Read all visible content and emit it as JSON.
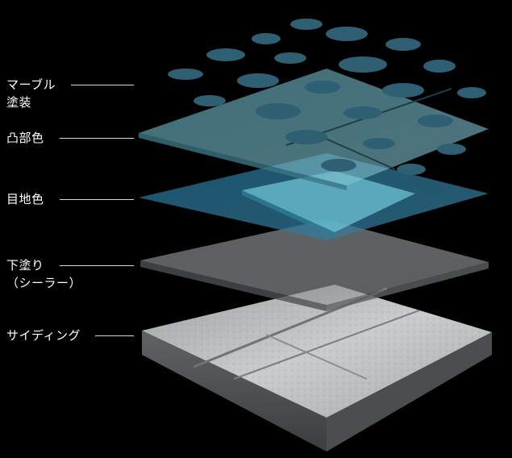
{
  "layers": [
    {
      "id": "marble",
      "lines": [
        "マーブル",
        "塗装"
      ]
    },
    {
      "id": "convex",
      "lines": [
        "凸部色"
      ]
    },
    {
      "id": "joint",
      "lines": [
        "目地色"
      ]
    },
    {
      "id": "primer",
      "lines": [
        "下塗り",
        "（シーラー）"
      ]
    },
    {
      "id": "siding",
      "lines": [
        "サイディング"
      ]
    }
  ],
  "colors": {
    "background": "#000000",
    "label_text": "#ffffff",
    "marble_blue": "#2f5f73",
    "convex_plate": "#6fb3c4",
    "joint_plate": "#2a6f8f",
    "primer_plate": "#8a8f92",
    "siding_concrete": "#b8bcbd"
  }
}
